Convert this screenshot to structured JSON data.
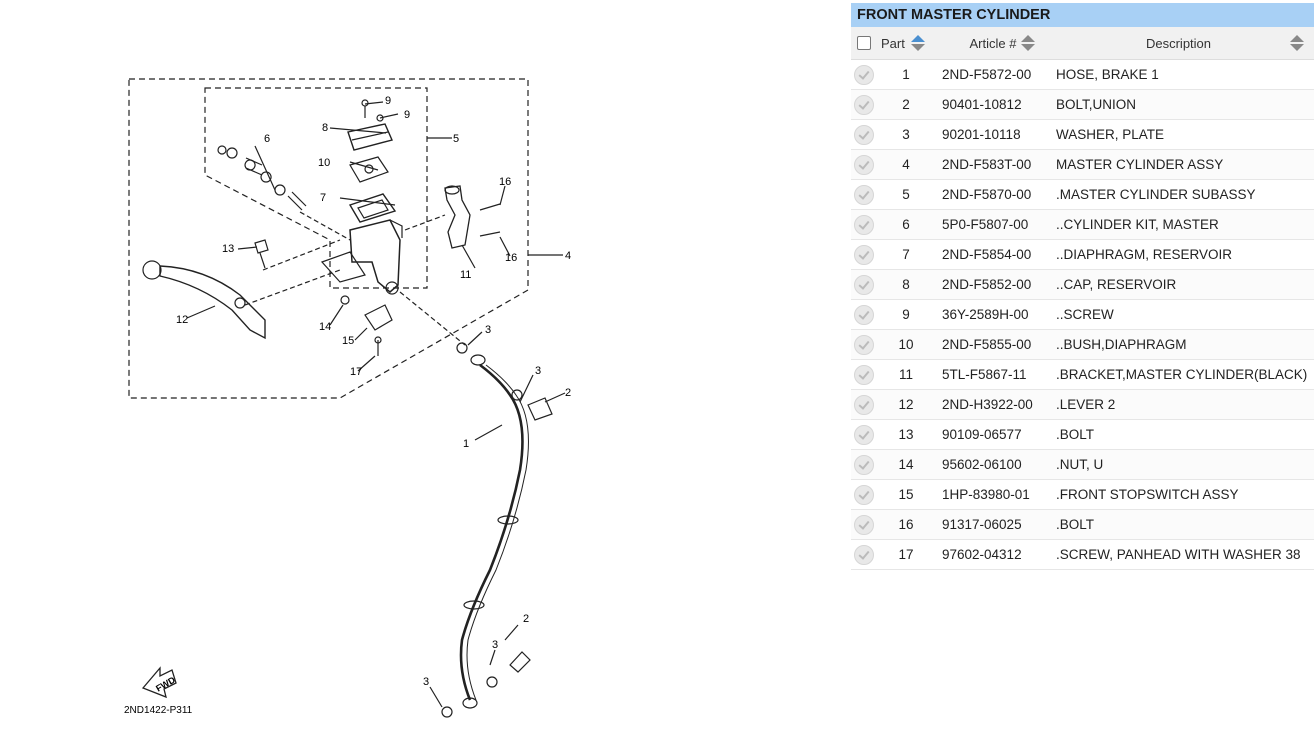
{
  "diagram": {
    "code": "2ND1422-P311",
    "fwd_label": "FWD",
    "callouts": [
      "1",
      "2",
      "2",
      "3",
      "3",
      "3",
      "3",
      "4",
      "5",
      "6",
      "7",
      "8",
      "9",
      "9",
      "10",
      "11",
      "12",
      "13",
      "14",
      "15",
      "16",
      "16",
      "17"
    ]
  },
  "panel": {
    "title": "FRONT MASTER CYLINDER",
    "headers": {
      "part": "Part",
      "article": "Article #",
      "description": "Description"
    },
    "rows": [
      {
        "n": "1",
        "article": "2ND-F5872-00",
        "desc": "HOSE, BRAKE 1"
      },
      {
        "n": "2",
        "article": "90401-10812",
        "desc": "BOLT,UNION"
      },
      {
        "n": "3",
        "article": "90201-10118",
        "desc": "WASHER, PLATE"
      },
      {
        "n": "4",
        "article": "2ND-F583T-00",
        "desc": "MASTER CYLINDER ASSY"
      },
      {
        "n": "5",
        "article": "2ND-F5870-00",
        "desc": ".MASTER CYLINDER SUBASSY"
      },
      {
        "n": "6",
        "article": "5P0-F5807-00",
        "desc": "..CYLINDER KIT, MASTER"
      },
      {
        "n": "7",
        "article": "2ND-F5854-00",
        "desc": "..DIAPHRAGM, RESERVOIR"
      },
      {
        "n": "8",
        "article": "2ND-F5852-00",
        "desc": "..CAP, RESERVOIR"
      },
      {
        "n": "9",
        "article": "36Y-2589H-00",
        "desc": "..SCREW"
      },
      {
        "n": "10",
        "article": "2ND-F5855-00",
        "desc": "..BUSH,DIAPHRAGM"
      },
      {
        "n": "11",
        "article": "5TL-F5867-11",
        "desc": ".BRACKET,MASTER CYLINDER(BLACK)"
      },
      {
        "n": "12",
        "article": "2ND-H3922-00",
        "desc": ".LEVER 2"
      },
      {
        "n": "13",
        "article": "90109-06577",
        "desc": ".BOLT"
      },
      {
        "n": "14",
        "article": "95602-06100",
        "desc": ".NUT, U"
      },
      {
        "n": "15",
        "article": "1HP-83980-01",
        "desc": ".FRONT STOPSWITCH ASSY"
      },
      {
        "n": "16",
        "article": "91317-06025",
        "desc": ".BOLT"
      },
      {
        "n": "17",
        "article": "97602-04312",
        "desc": ".SCREW, PANHEAD WITH WASHER 38"
      }
    ]
  }
}
